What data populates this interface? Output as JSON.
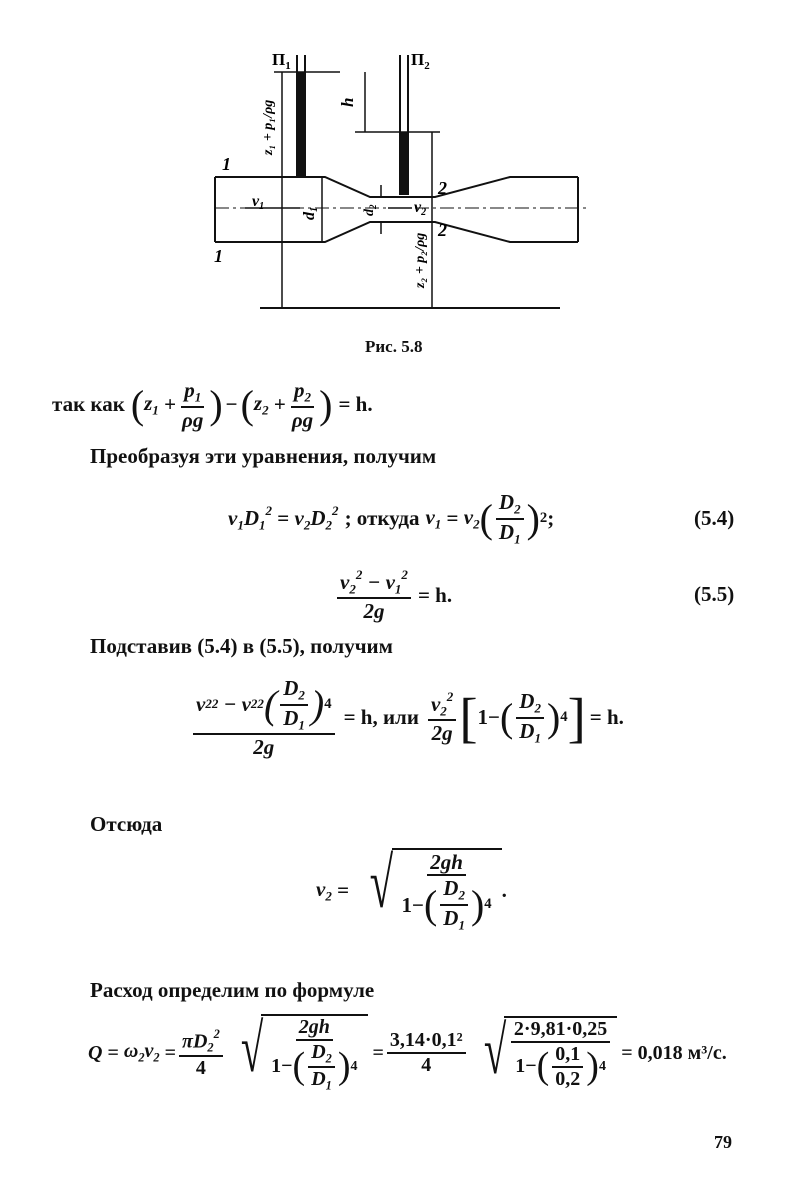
{
  "figure": {
    "caption": "Рис. 5.8",
    "labels": {
      "p1": "П",
      "p1_sub": "1",
      "p2": "П",
      "p2_sub": "2",
      "h": "h",
      "sec1": "1",
      "sec2": "2",
      "v1": "v",
      "v1_sub": "1",
      "v2": "v",
      "v2_sub": "2",
      "d1": "d",
      "d1_sub": "1",
      "d2": "d",
      "d2_sub": "2",
      "z1_label": "z₁ + p₁/ρg",
      "z2_label": "z₂ + p₂/ρg"
    }
  },
  "text": {
    "line1_prefix": "так как",
    "line1_suffix": "= h.",
    "line2": "Преобразуя эти уравнения, получим",
    "eq54_middle": "; откуда",
    "eq54_number": "(5.4)",
    "eq55_number": "(5.5)",
    "eq55_rhs": "= h.",
    "line3": "Подставив (5.4) в (5.5), получим",
    "or_word": "= h, или",
    "eq_h_end": "= h.",
    "line4": "Отсюда",
    "line5": "Расход определим по формуле",
    "q_result": "= 0,018 м³/с.",
    "page_number": "79"
  },
  "formulas": {
    "q_num1": "3,14·0,1²",
    "q_den1": "4",
    "q_num2": "2·9,81·0,25",
    "q_frac_num": "0,1",
    "q_frac_den": "0,2",
    "two_g": "2g",
    "two_gh": "2gh"
  }
}
